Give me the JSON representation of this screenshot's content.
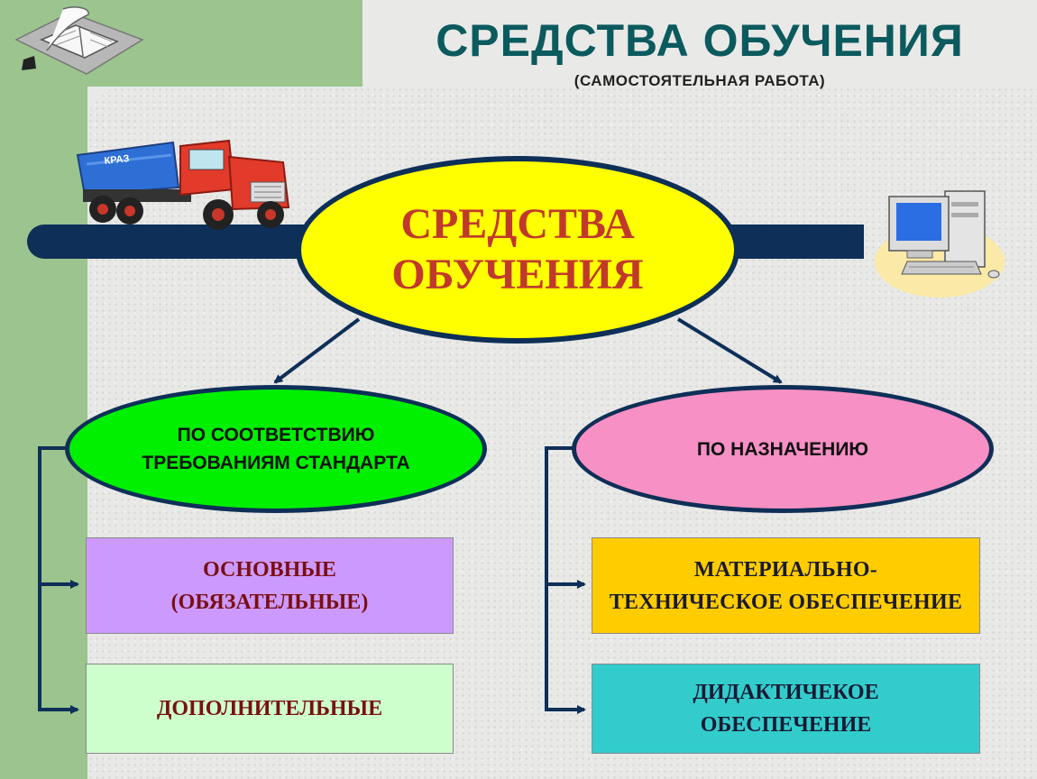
{
  "header": {
    "title": "СРЕДСТВА ОБУЧЕНИЯ",
    "subtitle": "(САМОСТОЯТЕЛЬНАЯ  РАБОТА)"
  },
  "diagram": {
    "central": "СРЕДСТВА\nОБУЧЕНИЯ",
    "left_branch": {
      "label": "ПО СООТВЕТСТВИЮ\nТРЕБОВАНИЯМ СТАНДАРТА",
      "items": [
        "ОСНОВНЫЕ\n(ОБЯЗАТЕЛЬНЫЕ)",
        "ДОПОЛНИТЕЛЬНЫЕ"
      ]
    },
    "right_branch": {
      "label": "ПО НАЗНАЧЕНИЮ",
      "items": [
        "МАТЕРИАЛЬНО-\nТЕХНИЧЕСКОЕ ОБЕСПЕЧЕНИЕ",
        "ДИДАКТИЧЕКОЕ\nОБЕСПЕЧЕНИЕ"
      ]
    }
  },
  "truck_label": "КРАЗ",
  "icons": [
    "book-quill-icon",
    "truck-icon",
    "computer-icon"
  ],
  "colors": {
    "title": "#0b5a5e",
    "central_fill": "#ffff00",
    "left_fill": "#00f000",
    "right_fill": "#f790c4",
    "connector": "#0e2f57"
  }
}
